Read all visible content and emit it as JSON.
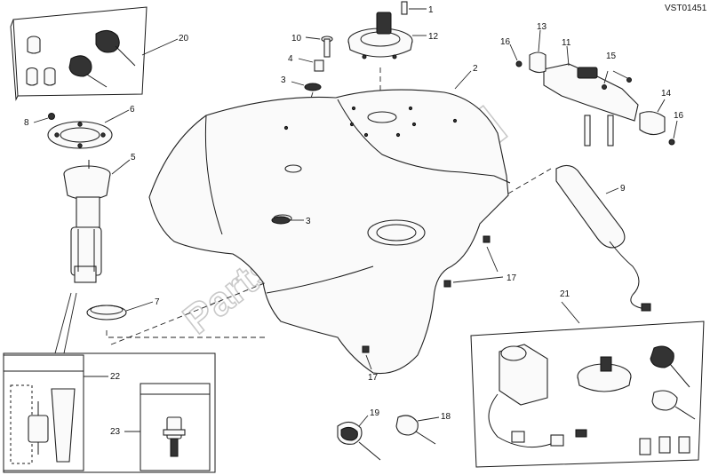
{
  "diagram": {
    "reference_code": "VST01451",
    "watermark": "PartsRepublik",
    "callouts": {
      "c1": "1",
      "c2": "2",
      "c3a": "3",
      "c3b": "3",
      "c4": "4",
      "c5": "5",
      "c6": "6",
      "c7": "7",
      "c8": "8",
      "c9": "9",
      "c10": "10",
      "c11": "11",
      "c12": "12",
      "c13": "13",
      "c14": "14",
      "c15": "15",
      "c16a": "16",
      "c16b": "16",
      "c17a": "17",
      "c17b": "17",
      "c18": "18",
      "c19": "19",
      "c20": "20",
      "c21": "21",
      "c22": "22",
      "c23": "23"
    }
  }
}
